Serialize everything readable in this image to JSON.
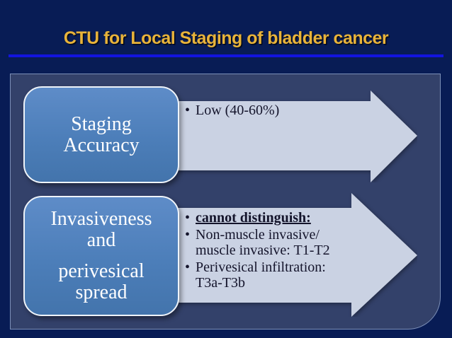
{
  "title": "CTU for Local Staging of bladder cancer",
  "colors": {
    "slide_background": "#081C55",
    "panel_background": "#33416A",
    "panel_border": "#96AAD2",
    "title_text": "#E8B33A",
    "title_rule": "#1214DE",
    "box_fill": "#4C7EB9",
    "box_border": "#EFF4FA",
    "box_text": "#FFFFFF",
    "arrow_fill": "#CAD2E3",
    "arrow_text": "#14142B"
  },
  "rows": [
    {
      "label_paragraphs": [
        [
          "Staging",
          "Accuracy"
        ]
      ],
      "bullets": [
        {
          "lines": [
            "Low (40-60%)"
          ],
          "emphasis": false
        }
      ]
    },
    {
      "label_paragraphs": [
        [
          "Invasiveness",
          "and"
        ],
        [
          "perivesical",
          "spread"
        ]
      ],
      "bullets": [
        {
          "lines": [
            "cannot distinguish:"
          ],
          "emphasis": true
        },
        {
          "lines": [
            "Non-muscle invasive/",
            "muscle invasive: T1-T2"
          ],
          "emphasis": false
        },
        {
          "lines": [
            "Perivesical infiltration:",
            "T3a-T3b"
          ],
          "emphasis": false
        }
      ]
    }
  ]
}
